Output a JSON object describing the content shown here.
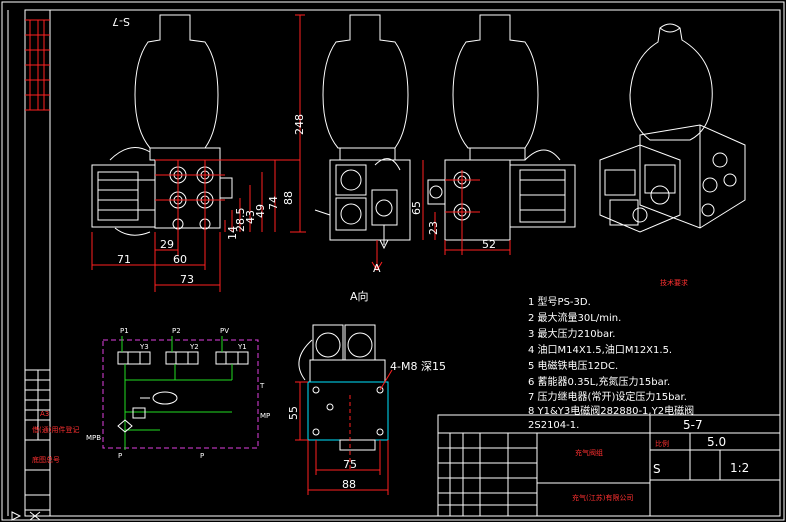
{
  "drawing": {
    "view_label_top": "S-7",
    "view_a_arrow": "A",
    "view_a_title": "A向",
    "tech_title": "技术要求"
  },
  "dimensions": {
    "d248": "248",
    "d88": "88",
    "d74": "74",
    "d49": "49",
    "d43": "43",
    "d28_5": "28.5",
    "d14": "14",
    "d29": "29",
    "d60": "60",
    "d71": "71",
    "d73": "73",
    "d65": "65",
    "d23": "23",
    "d52": "52",
    "d55": "55",
    "d75": "75",
    "d88b": "88",
    "thread": "4-M8 深15"
  },
  "notes": [
    "1  型号PS-3D.",
    "2  最大流量30L/min.",
    "3  最大压力210bar.",
    "4  油口M14X1.5,油口M12X1.5.",
    "5  电磁铁电压12DC.",
    "6  蓄能器0.35L,充氮压力15bar.",
    "7  压力继电器(常开)设定压力15bar.",
    "8  Y1&Y3电磁阀282880-1,Y2电磁阀",
    "2S2104-1."
  ],
  "hydraulic": {
    "p1": "P1",
    "p2": "P2",
    "pv": "PV",
    "y3": "Y3",
    "y2": "Y2",
    "y1": "Y1",
    "t": "T",
    "mp": "MP",
    "mpb": "MPB",
    "p": "P"
  },
  "title_block": {
    "code": "5-7",
    "name": "充气阀组",
    "scale_label": "比例",
    "weight": "5.0",
    "s": "S",
    "scale": "1:2",
    "company": "充气(江苏)有限公司"
  },
  "left_strip": {
    "label_a": "A3",
    "label_b": "借(通)用件登记",
    "label_c": "底图总号"
  },
  "icons": {
    "corner": "cross-marker-icon"
  }
}
